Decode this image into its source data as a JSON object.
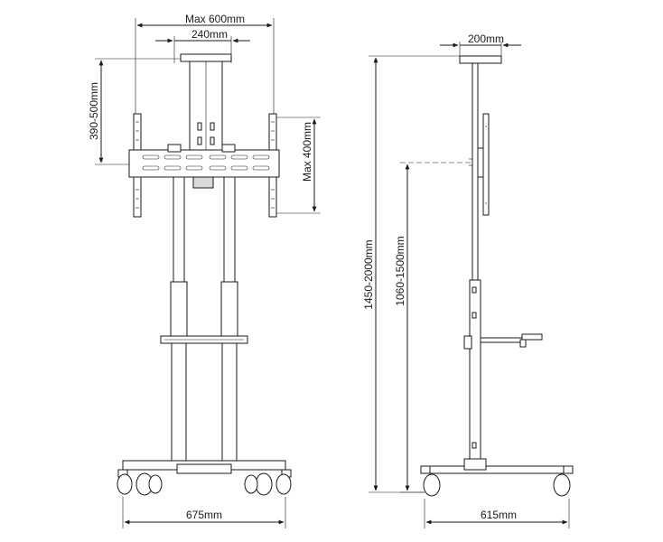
{
  "dimensions": {
    "max_width": "Max 600mm",
    "bracket_width": "240mm",
    "vesa_height_range": "390-500mm",
    "max_height": "Max 400mm",
    "base_width_front": "675mm",
    "top_plate_width": "200mm",
    "total_height_range": "1450-2000mm",
    "center_height_range": "1060-1500mm",
    "base_width_side": "615mm"
  },
  "colors": {
    "line": "#1a1a1a",
    "background": "#ffffff",
    "shade": "#d9d9d9"
  }
}
